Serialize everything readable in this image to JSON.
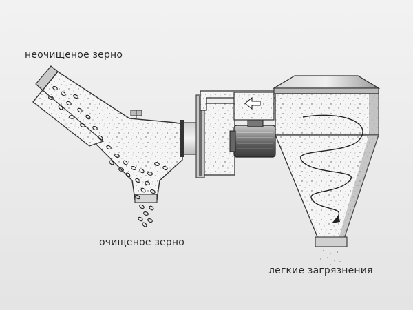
{
  "labels": {
    "raw_grain": "неочищеное зерно",
    "clean_grain": "очищеное зерно",
    "light_impurities": "легкие загрязнения"
  },
  "colors": {
    "background": "#ececec",
    "metal_light": "#e0e0e0",
    "metal_dark": "#5a5a5a",
    "speckle_fill": "#f4f4f4",
    "outline": "#333333"
  }
}
